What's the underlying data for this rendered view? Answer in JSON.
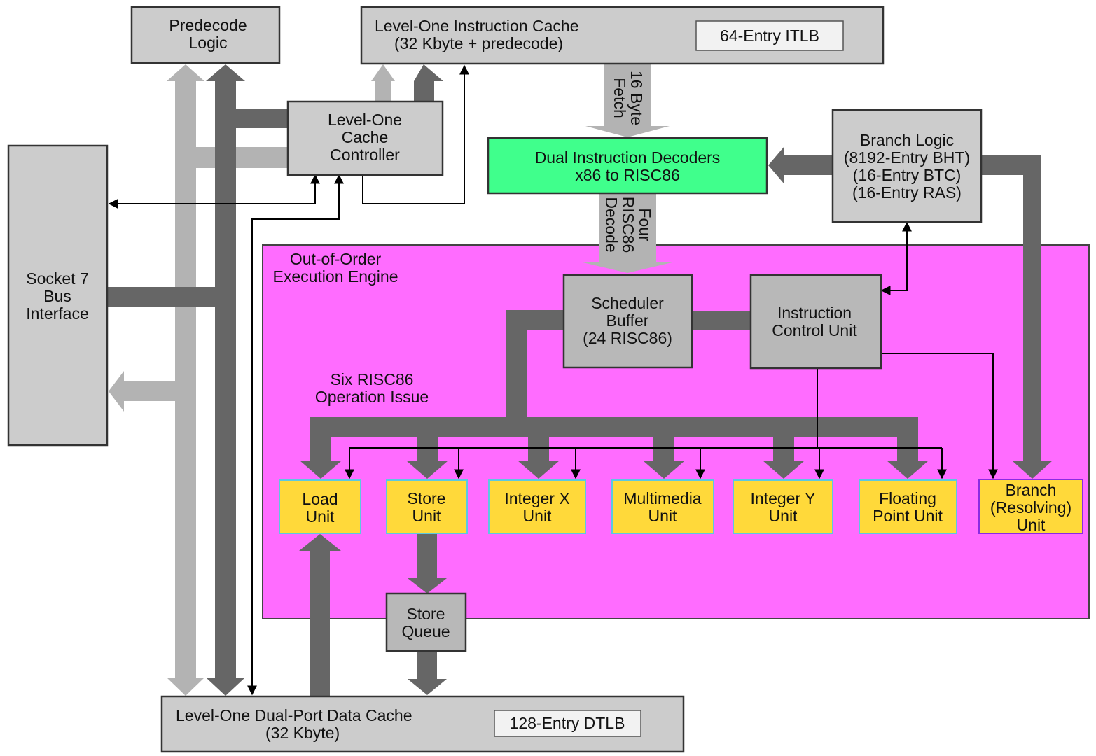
{
  "colors": {
    "block_gray": "#cccccc",
    "block_dark_gray": "#b8b8b8",
    "tlb_box": "#f2f2f2",
    "decoder_green": "#40ff8c",
    "engine_magenta": "#ff6cff",
    "unit_yellow": "#ffd93a",
    "unit_border_cyan": "#5cc8e0",
    "branch_unit_border": "#8a2be2",
    "bus_dark": "#666666",
    "bus_light": "#b3b3b3",
    "signal": "#000000"
  },
  "blocks": {
    "predecode": {
      "lines": [
        "Predecode",
        "Logic"
      ]
    },
    "icache": {
      "lines": [
        "Level-One Instruction Cache",
        "(32 Kbyte + predecode)"
      ]
    },
    "itlb": {
      "lines": [
        "64-Entry ITLB"
      ]
    },
    "cache_controller": {
      "lines": [
        "Level-One",
        "Cache",
        "Controller"
      ]
    },
    "socket7": {
      "lines": [
        "Socket 7",
        "Bus",
        "Interface"
      ]
    },
    "decoders": {
      "lines": [
        "Dual Instruction Decoders",
        "x86 to RISC86"
      ]
    },
    "branch_logic": {
      "lines": [
        "Branch Logic",
        "(8192-Entry BHT)",
        "(16-Entry BTC)",
        "(16-Entry RAS)"
      ]
    },
    "engine": {
      "lines": [
        "Out-of-Order",
        "Execution Engine"
      ]
    },
    "scheduler": {
      "lines": [
        "Scheduler",
        "Buffer",
        "(24 RISC86)"
      ]
    },
    "icu": {
      "lines": [
        "Instruction",
        "Control Unit"
      ]
    },
    "issue_label": {
      "lines": [
        "Six RISC86",
        "Operation Issue"
      ]
    },
    "load_unit": {
      "lines": [
        "Load",
        "Unit"
      ]
    },
    "store_unit": {
      "lines": [
        "Store",
        "Unit"
      ]
    },
    "int_x": {
      "lines": [
        "Integer X",
        "Unit"
      ]
    },
    "multimedia": {
      "lines": [
        "Multimedia",
        "Unit"
      ]
    },
    "int_y": {
      "lines": [
        "Integer Y",
        "Unit"
      ]
    },
    "fpu": {
      "lines": [
        "Floating",
        "Point Unit"
      ]
    },
    "branch_unit": {
      "lines": [
        "Branch",
        "(Resolving)",
        "Unit"
      ]
    },
    "store_queue": {
      "lines": [
        "Store",
        "Queue"
      ]
    },
    "dcache": {
      "lines": [
        "Level-One Dual-Port Data Cache",
        "(32 Kbyte)"
      ]
    },
    "dtlb": {
      "lines": [
        "128-Entry DTLB"
      ]
    }
  },
  "flow_labels": {
    "fetch": {
      "lines": [
        "16 Byte",
        "Fetch"
      ]
    },
    "decode": {
      "lines": [
        "Four",
        "RISC86",
        "Decode"
      ]
    }
  }
}
